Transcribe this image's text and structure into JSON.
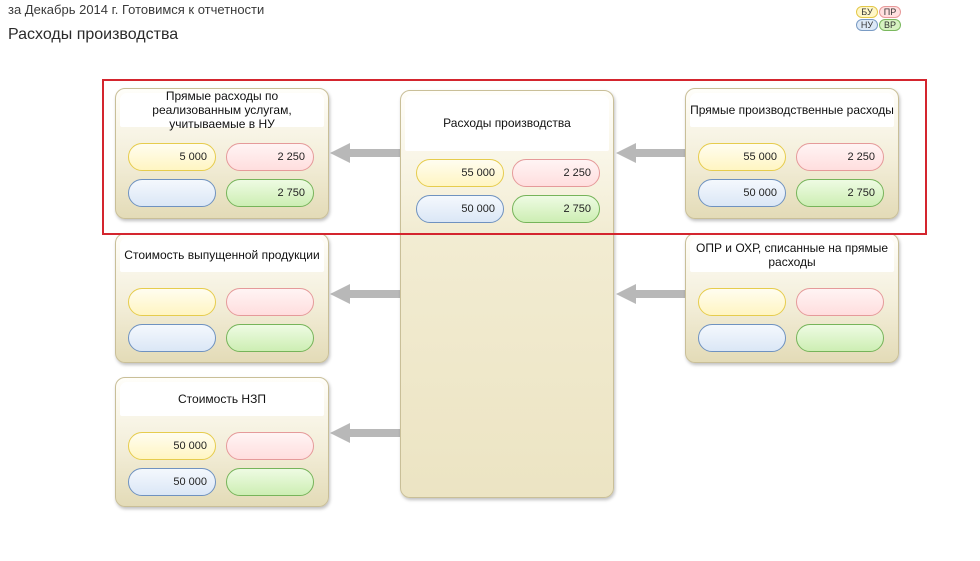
{
  "header": {
    "subtitle": "за Декабрь 2014 г. Готовимся к отчетности",
    "title": "Расходы производства"
  },
  "legend": {
    "bu": "БУ",
    "pr": "ПР",
    "nu": "НУ",
    "vr": "ВР"
  },
  "colors": {
    "bu": "#fff5c2",
    "pr": "#ffdede",
    "nu": "#dbe7f6",
    "vr": "#cdeeb3",
    "highlight": "#d4252e",
    "arrow": "#b8b8b8"
  },
  "cards": {
    "direct_services": {
      "title": "Прямые расходы по реализованным услугам, учитываемые в НУ",
      "bu": "5 000",
      "pr": "2 250",
      "nu": "",
      "vr": "2 750"
    },
    "released_products": {
      "title": "Стоимость выпущенной продукции",
      "bu": "",
      "pr": "",
      "nu": "",
      "vr": ""
    },
    "wip_cost": {
      "title": "Стоимость НЗП",
      "bu": "50 000",
      "pr": "",
      "nu": "50 000",
      "vr": ""
    },
    "production_costs": {
      "title": "Расходы производства",
      "bu": "55 000",
      "pr": "2 250",
      "nu": "50 000",
      "vr": "2 750"
    },
    "direct_production": {
      "title": "Прямые производственные расходы",
      "bu": "55 000",
      "pr": "2 250",
      "nu": "50 000",
      "vr": "2 750"
    },
    "overhead": {
      "title": "ОПР и ОХР, списанные на прямые расходы",
      "bu": "",
      "pr": "",
      "nu": "",
      "vr": ""
    }
  }
}
